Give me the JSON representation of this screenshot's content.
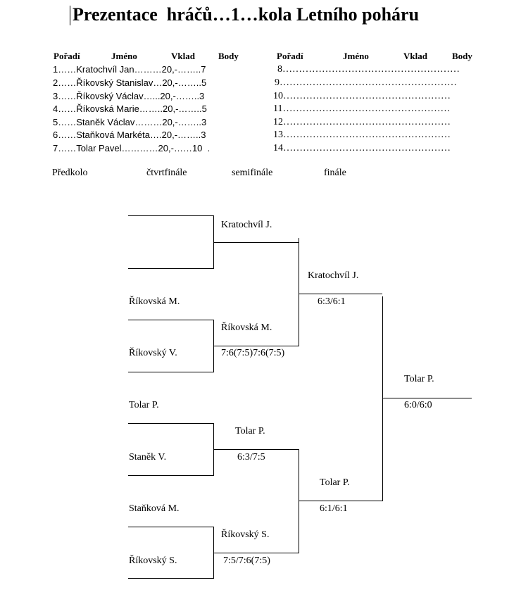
{
  "title": "Prezentace  hráčů…1…kola Letního poháru",
  "table_headers": [
    "Pořadí",
    "Jméno",
    "Vklad",
    "Body"
  ],
  "players_left": [
    "1……Kratochvíl Jan………20,-……..7",
    "2……Říkovský Stanislav…20,-……..5",
    "3……Říkovský Václav…...20,-……..3",
    "4……Říkovská Marie……..20,-……..5",
    "5……Staněk Václav………20,-……..3",
    "6……Staňková Markéta….20,-……..3",
    "7……Tolar Pavel…………20,-……10  ."
  ],
  "players_right": [
    "8………………………………………………",
    "9………………………………………………",
    "10……………………………………………",
    "11……………………………………………",
    "12……………………………………………",
    "13……………………………………………",
    "14……………………………………………"
  ],
  "rounds": [
    "Předkolo",
    "čtvrtfinále",
    "semifinále",
    "finále"
  ],
  "bracket": {
    "r1": [
      "Říkovská M.",
      "Říkovský V.",
      "Tolar P.",
      "Staněk V.",
      "Staňková M.",
      "Říkovský S."
    ],
    "qf": [
      {
        "name": "Kratochvíl J.",
        "score": ""
      },
      {
        "name": "Říkovská M.",
        "score": "7:6(7:5)7:6(7:5)"
      },
      {
        "name": "Tolar P.",
        "score": "6:3/7:5"
      },
      {
        "name": "Říkovský S.",
        "score": "7:5/7:6(7:5)"
      }
    ],
    "sf": [
      {
        "name": "Kratochvíl J.",
        "score": "6:3/6:1"
      },
      {
        "name": "Tolar P.",
        "score": "6:1/6:1"
      }
    ],
    "final": {
      "name": "Tolar P.",
      "score": "6:0/6:0"
    }
  }
}
